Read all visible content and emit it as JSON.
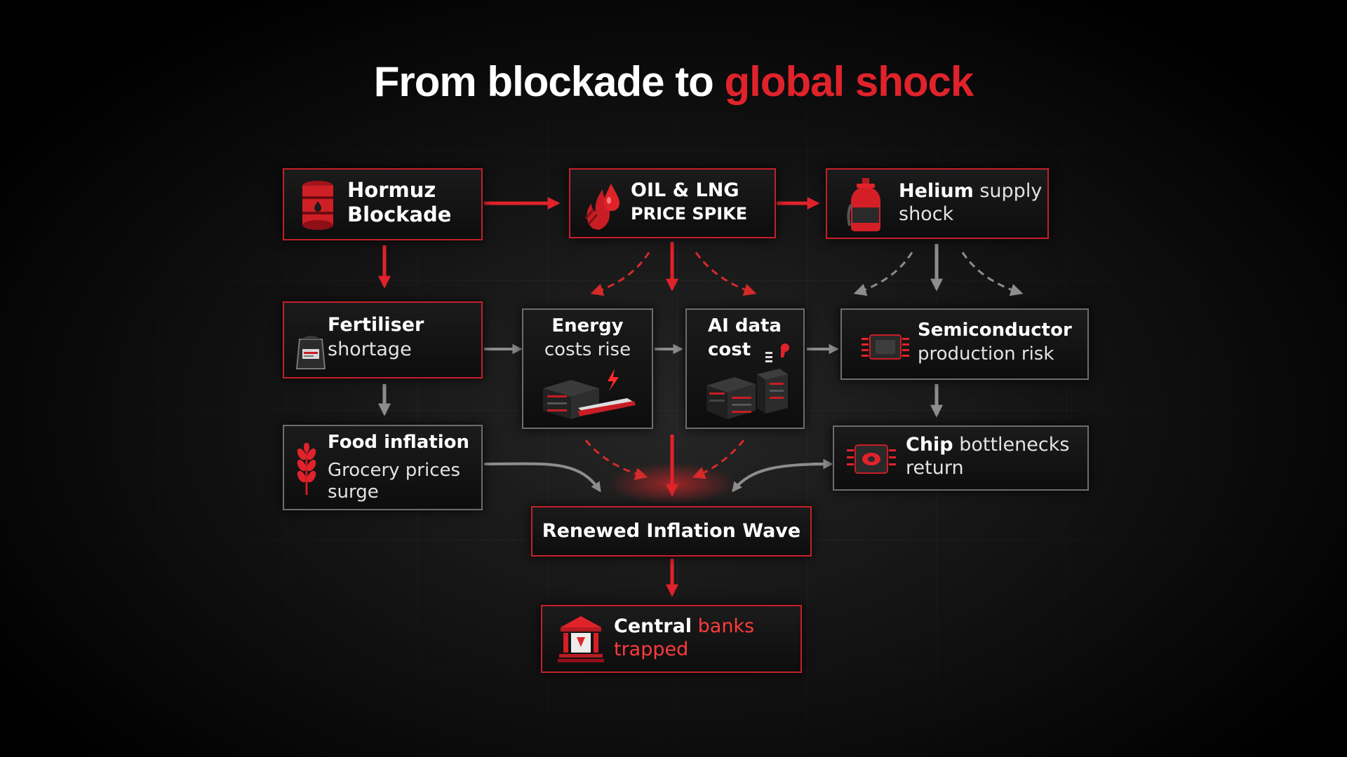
{
  "title": {
    "part1": "From blockade to",
    "part2": "global shock"
  },
  "nodes": {
    "hormuz": {
      "line1": "Hormuz",
      "line2": "Blockade"
    },
    "oil": {
      "line1": "OIL & LNG",
      "line2": "PRICE SPIKE"
    },
    "helium": {
      "bold": "Helium",
      "rest": " supply",
      "line2": "shock"
    },
    "fertiliser": {
      "line1": "Fertiliser",
      "line2": "shortage"
    },
    "energy": {
      "line1": "Energy",
      "line2": "costs rise"
    },
    "aidata": {
      "line1": "AI data",
      "line2": "cost"
    },
    "semiconductor": {
      "line1": "Semiconductor",
      "line2": "production risk"
    },
    "food": {
      "line1": "Food inflation",
      "line2": "Grocery prices",
      "line3": "surge"
    },
    "chip": {
      "bold": "Chip",
      "rest": " bottlenecks",
      "line2": "return"
    },
    "renewed": {
      "label": "Renewed Inflation Wave"
    },
    "central": {
      "bold": "Central",
      "rest": " banks",
      "line2": "trapped"
    }
  },
  "icons": {
    "hormuz": "oil-barrel-icon",
    "oil": "flame-drop-icon",
    "helium": "gas-cylinder-icon",
    "fertiliser": "fertiliser-bag-icon",
    "energy": "server-lightning-icon",
    "aidata": "data-center-icon",
    "semiconductor": "chip-icon",
    "food": "wheat-icon",
    "chip": "chip-icon",
    "central": "bank-icon"
  },
  "colors": {
    "accent": "#e0232b",
    "neutral": "#8a8a8a",
    "background": "#0b0b0b"
  }
}
